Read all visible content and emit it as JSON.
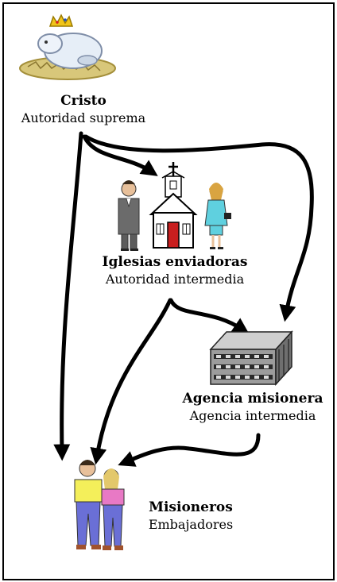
{
  "nodes": {
    "cristo": {
      "title": "Cristo",
      "subtitle": "Autoridad suprema"
    },
    "iglesias": {
      "title": "Iglesias enviadoras",
      "subtitle": "Autoridad intermedia"
    },
    "agencia": {
      "title": "Agencia misionera",
      "subtitle": "Agencia intermedia"
    },
    "misioneros": {
      "title": "Misioneros",
      "subtitle": "Embajadores"
    }
  },
  "edges": [
    {
      "from": "cristo",
      "to": "iglesias"
    },
    {
      "from": "cristo",
      "to": "agencia"
    },
    {
      "from": "cristo",
      "to": "misioneros"
    },
    {
      "from": "iglesias",
      "to": "agencia"
    },
    {
      "from": "iglesias",
      "to": "misioneros"
    },
    {
      "from": "agencia",
      "to": "misioneros"
    }
  ],
  "icons": {
    "cristo": "lamb-with-crown-icon",
    "iglesias": "church-with-people-icon",
    "agencia": "office-building-icon",
    "misioneros": "two-people-icon"
  }
}
